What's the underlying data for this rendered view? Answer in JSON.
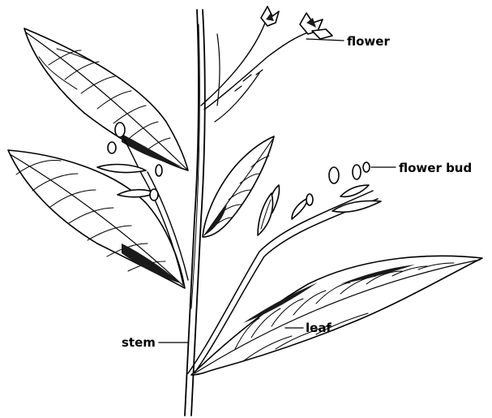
{
  "labels": {
    "flower": "flower",
    "flower_bud": "flower bud",
    "stem": "stem",
    "leaf": "leaf"
  }
}
